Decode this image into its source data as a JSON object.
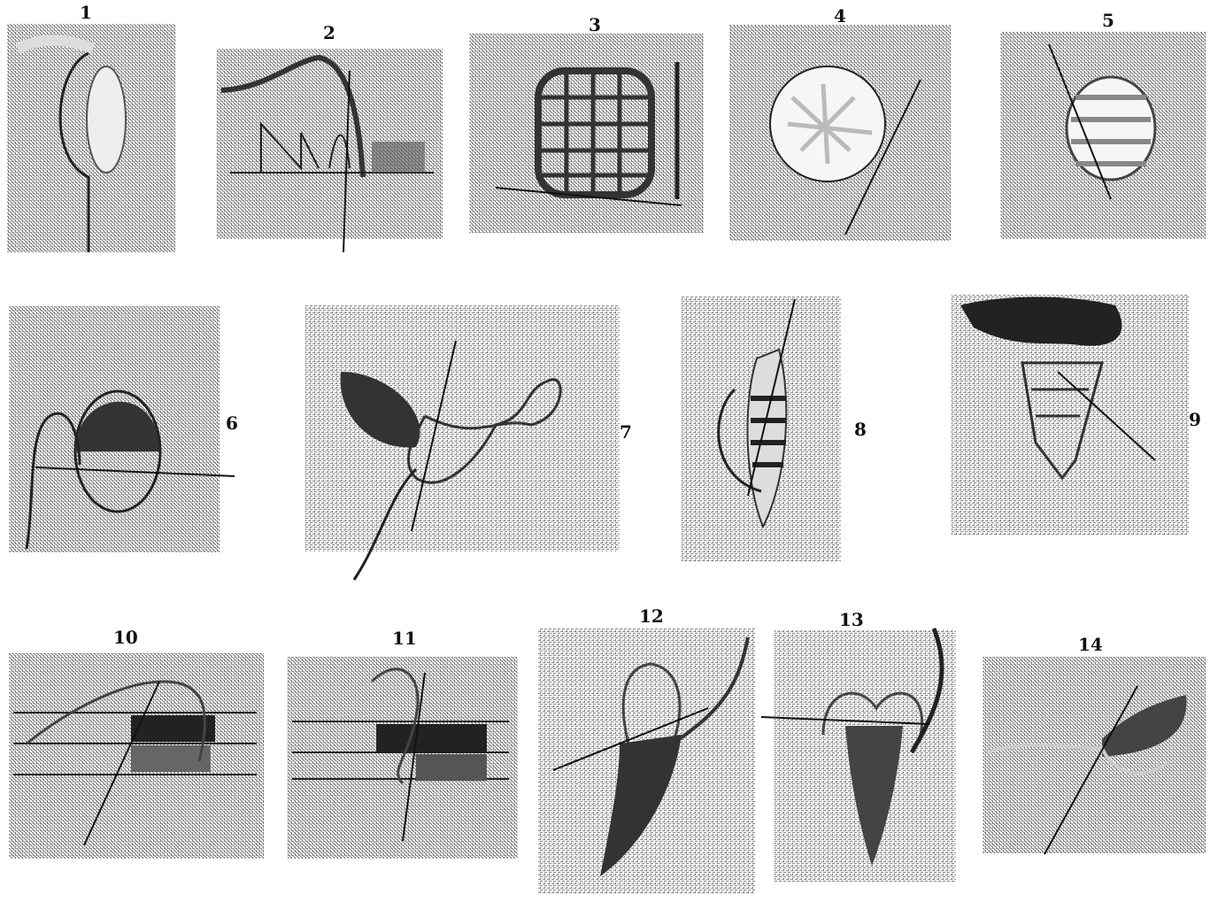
{
  "plate": {
    "figures": [
      {
        "id": "fig-1",
        "label": "1"
      },
      {
        "id": "fig-2",
        "label": "2"
      },
      {
        "id": "fig-3",
        "label": "3"
      },
      {
        "id": "fig-4",
        "label": "4"
      },
      {
        "id": "fig-5",
        "label": "5"
      },
      {
        "id": "fig-6",
        "label": "6"
      },
      {
        "id": "fig-7",
        "label": "7"
      },
      {
        "id": "fig-8",
        "label": "8"
      },
      {
        "id": "fig-9",
        "label": "9"
      },
      {
        "id": "fig-10",
        "label": "10"
      },
      {
        "id": "fig-11",
        "label": "11"
      },
      {
        "id": "fig-12",
        "label": "12"
      },
      {
        "id": "fig-13",
        "label": "13"
      },
      {
        "id": "fig-14",
        "label": "14"
      }
    ]
  },
  "colors": {
    "paper": "#ffffff",
    "ink": "#111111",
    "thread": "#222222"
  }
}
